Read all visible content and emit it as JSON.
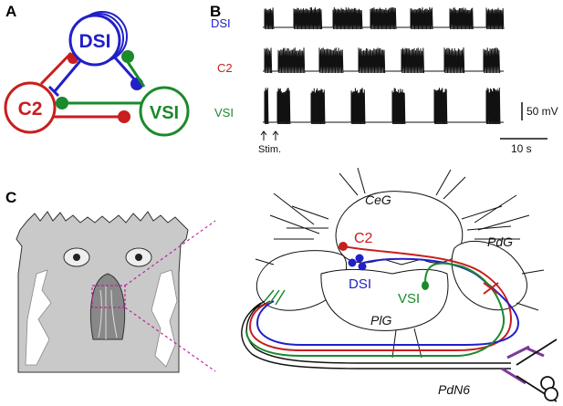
{
  "panels": {
    "a": "A",
    "b": "B",
    "c": "C"
  },
  "colors": {
    "dsi": "#2020c8",
    "c2": "#c81e1e",
    "vsi": "#1a8a2a",
    "cut": "#7a3a9a",
    "ink": "#111111",
    "slug_fill": "#c9c9c9"
  },
  "circuit": {
    "dsi": "DSI",
    "c2": "C2",
    "vsi": "VSI"
  },
  "traces": {
    "dsi": "DSI",
    "c2": "C2",
    "vsi": "VSI",
    "scale_v": "50 mV",
    "scale_t": "10 s",
    "stim": "Stim."
  },
  "anatomy": {
    "ceg": "CeG",
    "pdg": "PdG",
    "plg": "PlG",
    "pdn6": "PdN6",
    "c2": "C2",
    "dsi": "DSI",
    "vsi": "VSI"
  },
  "icons": {
    "scissors": "scissors-icon"
  }
}
